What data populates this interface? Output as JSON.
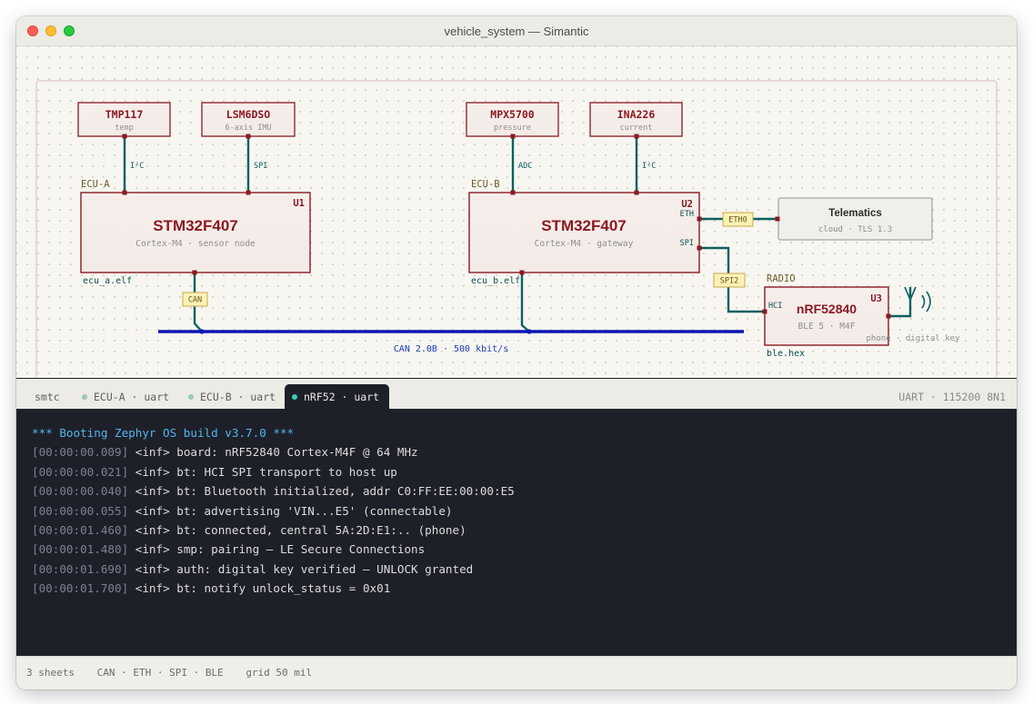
{
  "window": {
    "title": "vehicle_system — Simantic"
  },
  "schematic": {
    "sensors": {
      "tmp117": {
        "name": "TMP117",
        "desc": "temp"
      },
      "lsm6dso": {
        "name": "LSM6DSO",
        "desc": "6-axis IMU"
      },
      "mpx5700": {
        "name": "MPX5700",
        "desc": "pressure"
      },
      "ina226": {
        "name": "INA226",
        "desc": "current"
      }
    },
    "buses": {
      "i2c_a": "I²C",
      "spi_a": "SPI",
      "adc_b": "ADC",
      "i2c_b": "I²C"
    },
    "u1": {
      "group": "ECU-A",
      "ref": "U1",
      "name": "STM32F407",
      "desc": "Cortex-M4 · sensor node",
      "firmware": "ecu_a.elf"
    },
    "u2": {
      "group": "ECU-B",
      "ref": "U2",
      "name": "STM32F407",
      "desc": "Cortex-M4 · gateway",
      "firmware": "ecu_b.elf",
      "pin_eth": "ETH",
      "pin_spi": "SPI"
    },
    "u3": {
      "group": "RADIO",
      "ref": "U3",
      "name": "nRF52840",
      "desc": "BLE 5 · M4F",
      "firmware": "ble.hex",
      "pin_hci": "HCI",
      "antenna_note": "phone · digital key"
    },
    "telematics": {
      "name": "Telematics",
      "desc": "cloud · TLS 1.3"
    },
    "net_labels": {
      "can": "CAN",
      "eth0": "ETH0",
      "spi2": "SPI2"
    },
    "can_bus_label": "CAN 2.0B · 500 kbit/s"
  },
  "console": {
    "tabs": [
      {
        "label": "smtc",
        "active": false,
        "dot": false
      },
      {
        "label": "ECU-A · uart",
        "active": false,
        "dot": true
      },
      {
        "label": "ECU-B · uart",
        "active": false,
        "dot": true
      },
      {
        "label": "nRF52 · uart",
        "active": true,
        "dot": true
      }
    ],
    "serial_config": "UART · 115200 8N1",
    "boot_banner": "*** Booting Zephyr OS build v3.7.0 ***",
    "lines": [
      {
        "ts": "[00:00:00.009]",
        "msg": " <inf> board: nRF52840 Cortex-M4F @ 64 MHz"
      },
      {
        "ts": "[00:00:00.021]",
        "msg": " <inf> bt: HCI SPI transport to host up"
      },
      {
        "ts": "[00:00:00.040]",
        "msg": " <inf> bt: Bluetooth initialized, addr C0:FF:EE:00:00:E5"
      },
      {
        "ts": "[00:00:00.055]",
        "msg": " <inf> bt: advertising 'VIN...E5' (connectable)"
      },
      {
        "ts": "[00:00:01.460]",
        "msg": " <inf> bt: connected, central 5A:2D:E1:.. (phone)"
      },
      {
        "ts": "[00:00:01.480]",
        "msg": " <inf> smp: pairing — LE Secure Connections"
      },
      {
        "ts": "[00:00:01.690]",
        "msg": " <inf> auth: digital key verified — UNLOCK granted"
      },
      {
        "ts": "[00:00:01.700]",
        "msg": " <inf> bt: notify unlock_status = 0x01"
      }
    ]
  },
  "status": {
    "sheets": "3 sheets",
    "protocols": "CAN · ETH · SPI · BLE",
    "grid": "grid 50 mil"
  },
  "colors": {
    "part_outline": "#8a1a22",
    "wire": "#0d6060",
    "can_bus": "#0c16b4",
    "terminal_bg": "#1e2029",
    "boot_text": "#53b6ee"
  }
}
